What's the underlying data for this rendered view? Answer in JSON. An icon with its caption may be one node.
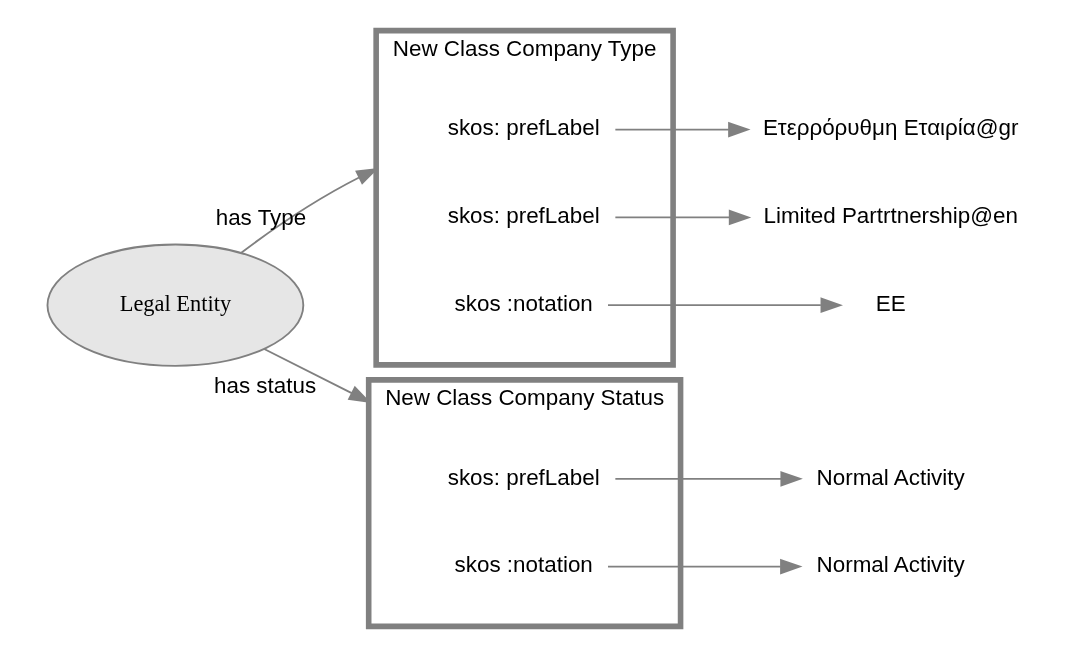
{
  "diagram": {
    "nodes": [
      {
        "text": [
          "Legal Entity"
        ]
      },
      {
        "text": [
          "New Class Company Type"
        ]
      },
      {
        "text": [
          "skos: prefLabel"
        ],
        "in": 1
      },
      {
        "text": [
          "skos: prefLabel"
        ],
        "in": 1
      },
      {
        "text": [
          "skos :notation"
        ],
        "in": 1
      },
      {
        "text": [
          "Ετερρόρυθμη Εταιρία@gr"
        ]
      },
      {
        "text": [
          "Limited Partrtnership@en"
        ]
      },
      {
        "text": [
          "EE"
        ]
      },
      {
        "text": [
          "New Class Company Status"
        ]
      },
      {
        "text": [
          "skos: prefLabel"
        ],
        "in": 8
      },
      {
        "text": [
          "skos :notation"
        ],
        "in": 8
      },
      {
        "text": [
          "Normal Activity"
        ]
      },
      {
        "text": [
          "Normal Activity"
        ]
      }
    ],
    "edges": [
      {
        "from": 0,
        "to": 1,
        "arrow": "to",
        "label": "has Type"
      },
      {
        "from": 2,
        "to": 5,
        "arrow": "to"
      },
      {
        "from": 3,
        "to": 6,
        "arrow": "to"
      },
      {
        "from": 4,
        "to": 7,
        "arrow": "to"
      },
      {
        "from": 0,
        "to": 8,
        "arrow": "to",
        "label": "has status"
      },
      {
        "from": 9,
        "to": 11,
        "arrow": "to"
      },
      {
        "from": 10,
        "to": 12,
        "arrow": "to"
      }
    ]
  }
}
